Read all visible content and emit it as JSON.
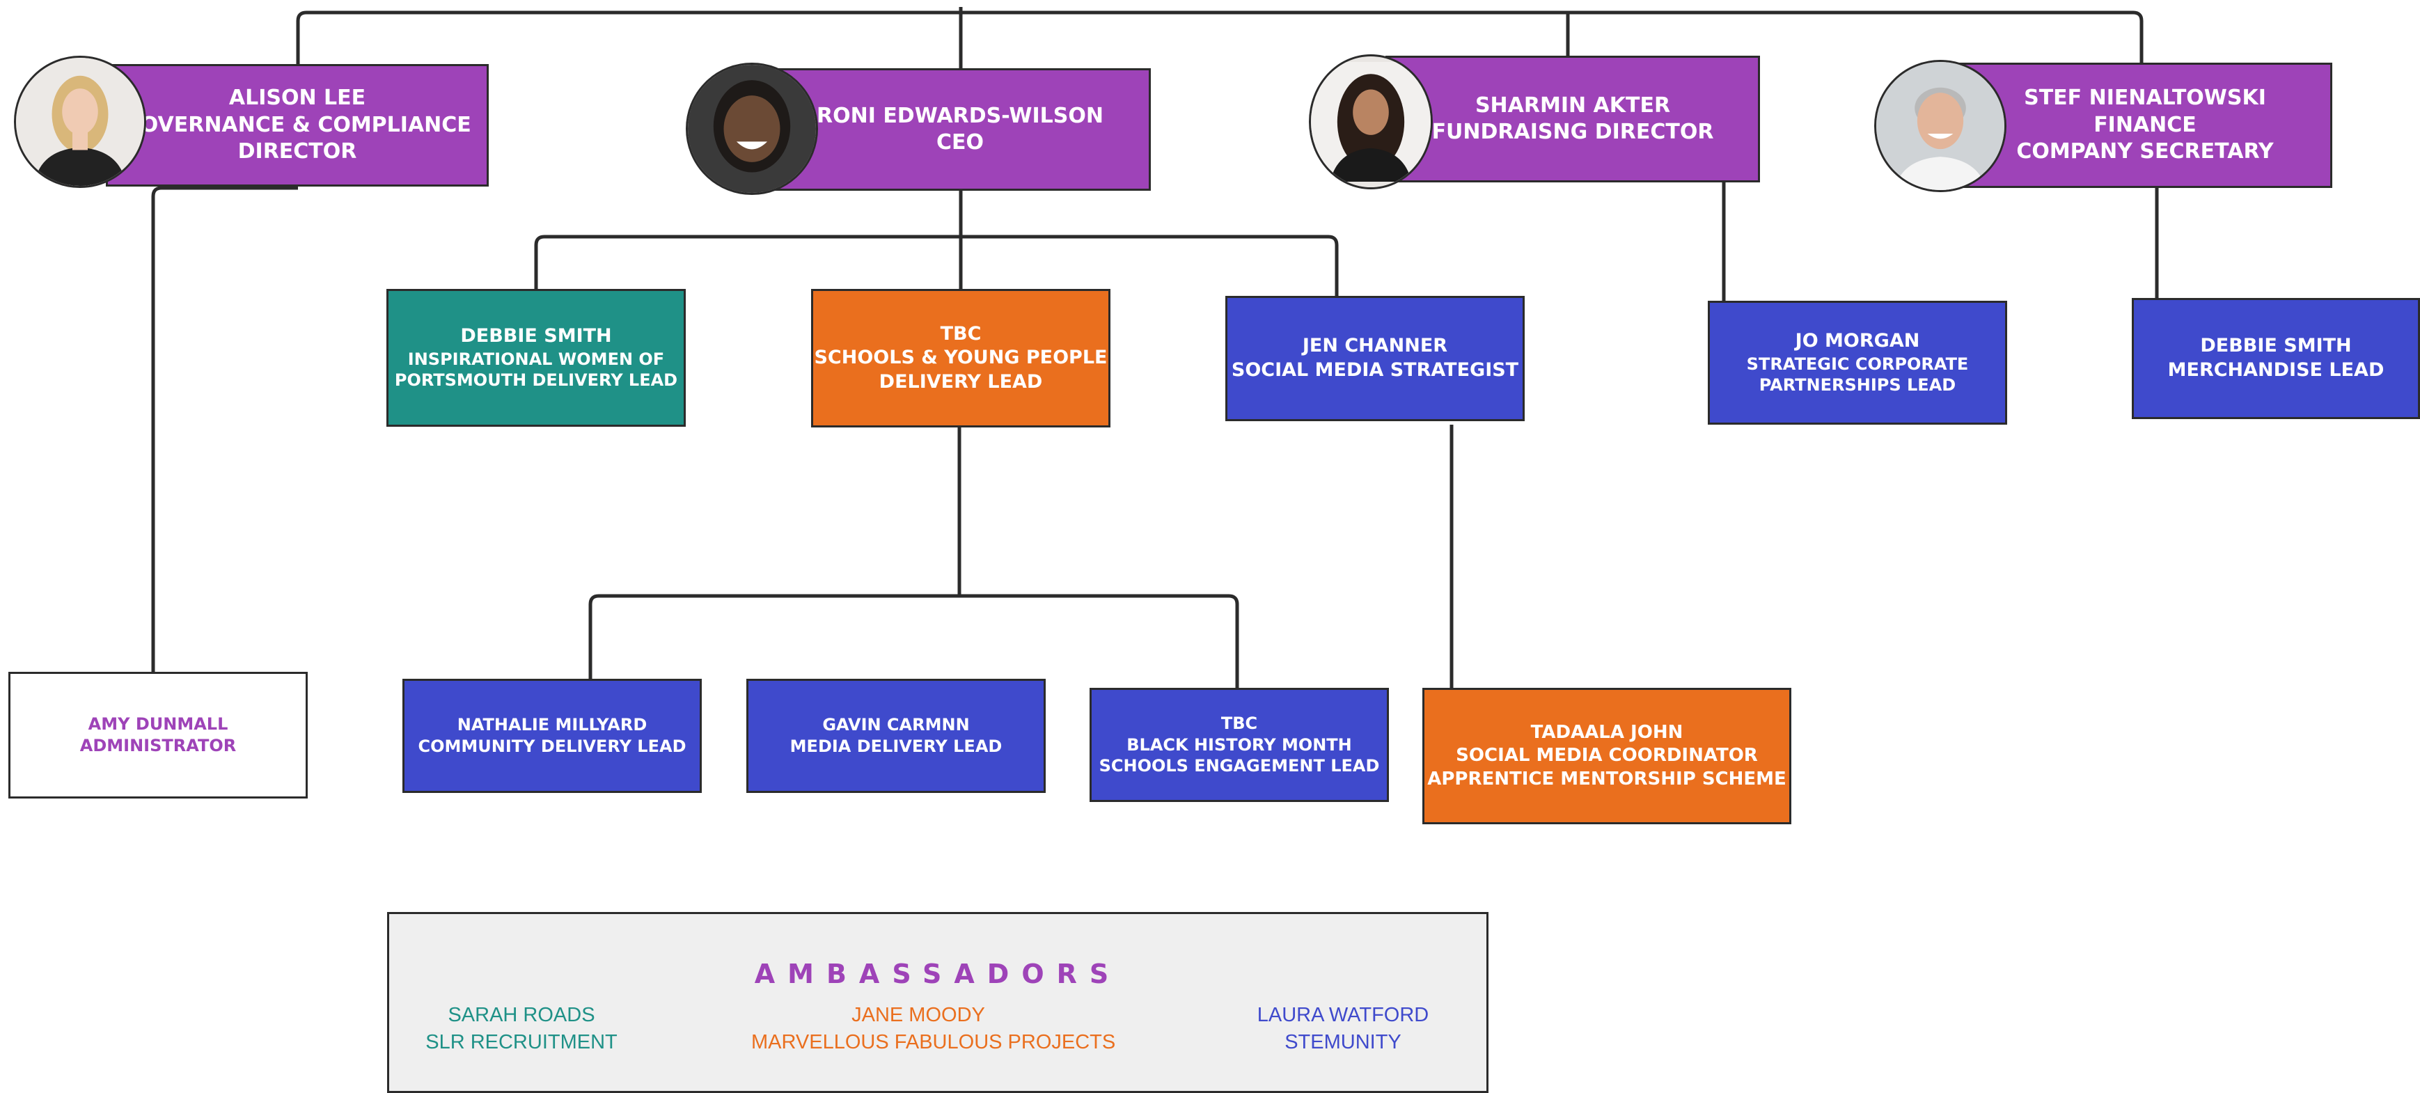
{
  "colors": {
    "purple": "#9e43b8",
    "blue": "#3f4acc",
    "teal": "#1f9187",
    "orange": "#ea6f1e",
    "line": "#2b2b2b"
  },
  "directors": [
    {
      "id": "alison",
      "lines": [
        "ALISON LEE",
        "GOVERNANCE & COMPLIANCE",
        "DIRECTOR"
      ],
      "photo": "portrait-blonde-woman"
    },
    {
      "id": "roni",
      "lines": [
        "RONI EDWARDS-WILSON",
        "CEO"
      ],
      "photo": "portrait-smiling-woman"
    },
    {
      "id": "sharmin",
      "lines": [
        "SHARMIN AKTER",
        "FUNDRAISNG  DIRECTOR"
      ],
      "photo": "portrait-dark-haired-woman"
    },
    {
      "id": "stef",
      "lines": [
        "STEF NIENALTOWSKI",
        "FINANCE",
        "COMPANY SECRETARY"
      ],
      "photo": "portrait-grey-haired-man"
    }
  ],
  "leads": [
    {
      "id": "debbie_iwp",
      "lines": [
        "DEBBIE SMITH",
        "INSPIRATIONAL WOMEN OF",
        "PORTSMOUTH DELIVERY LEAD"
      ]
    },
    {
      "id": "tbc_schools",
      "lines": [
        "TBC",
        "SCHOOLS & YOUNG PEOPLE",
        "DELIVERY LEAD"
      ]
    },
    {
      "id": "jen",
      "lines": [
        "JEN CHANNER",
        "SOCIAL MEDIA STRATEGIST"
      ]
    },
    {
      "id": "jo",
      "lines": [
        "JO MORGAN",
        "STRATEGIC CORPORATE",
        "PARTNERSHIPS LEAD"
      ]
    },
    {
      "id": "debbie_merch",
      "lines": [
        "DEBBIE SMITH",
        "MERCHANDISE LEAD"
      ]
    }
  ],
  "staff": [
    {
      "id": "amy",
      "lines": [
        "AMY DUNMALL",
        "ADMINISTRATOR"
      ]
    },
    {
      "id": "nathalie",
      "lines": [
        "NATHALIE MILLYARD",
        "COMMUNITY DELIVERY LEAD"
      ]
    },
    {
      "id": "gavin",
      "lines": [
        "GAVIN CARMNN",
        "MEDIA DELIVERY LEAD"
      ]
    },
    {
      "id": "tbc_bhm",
      "lines": [
        "TBC",
        "BLACK HISTORY MONTH",
        "SCHOOLS ENGAGEMENT LEAD"
      ]
    },
    {
      "id": "tadaala",
      "lines": [
        "TADAALA JOHN",
        "SOCIAL MEDIA COORDINATOR",
        "APPRENTICE MENTORSHIP SCHEME"
      ]
    }
  ],
  "ambassadors": {
    "title": "AMBASSADORS",
    "people": [
      {
        "name": "SARAH ROADS",
        "org": "SLR RECRUITMENT",
        "color": "#1f9187"
      },
      {
        "name": "JANE MOODY",
        "org": "MARVELLOUS FABULOUS PROJECTS",
        "color": "#ea6f1e"
      },
      {
        "name": "LAURA WATFORD",
        "org": "STEMUNITY",
        "color": "#3f4acc"
      }
    ]
  }
}
